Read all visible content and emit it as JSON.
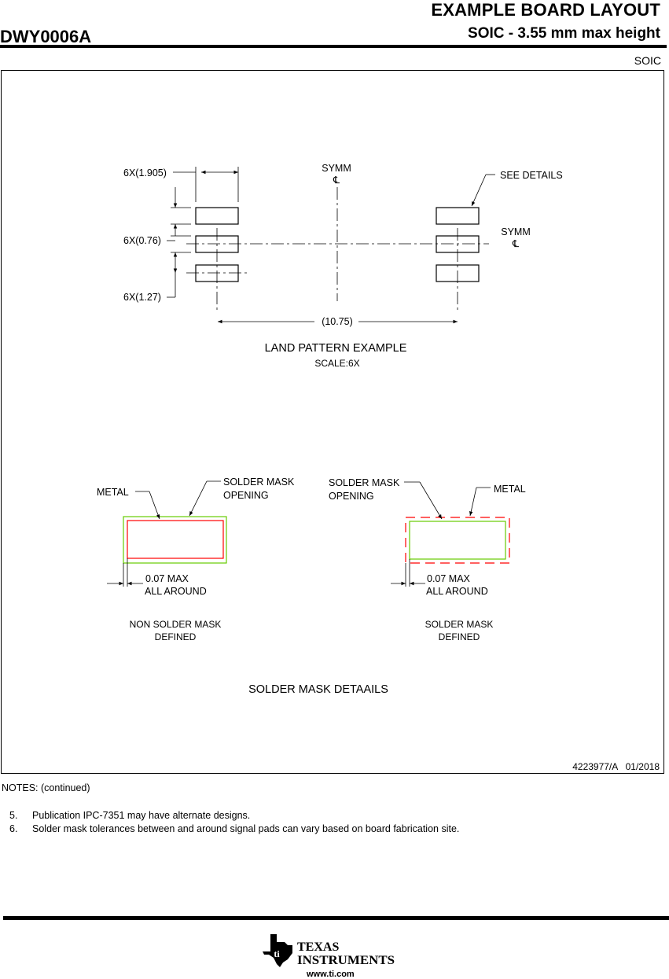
{
  "header": {
    "title": "EXAMPLE BOARD LAYOUT",
    "subtitle": "SOIC - 3.55 mm max height",
    "part_number": "DWY0006A",
    "package": "SOIC"
  },
  "land_pattern": {
    "dim_pad_length": "6X(1.905)",
    "dim_pad_width": "6X(0.76)",
    "dim_pitch": "6X(1.27)",
    "dim_span": "(10.75)",
    "symm_label": "SYMM",
    "centerline_symbol": "℄",
    "see_details": "SEE DETAILS",
    "caption": "LAND PATTERN EXAMPLE",
    "scale": "SCALE:6X"
  },
  "solder_mask": {
    "nsmd": {
      "metal": "METAL",
      "opening_line1": "SOLDER MASK",
      "opening_line2": "OPENING",
      "clearance_line1": "0.07 MAX",
      "clearance_line2": "ALL AROUND",
      "caption_line1": "NON SOLDER MASK",
      "caption_line2": "DEFINED"
    },
    "smd": {
      "metal": "METAL",
      "opening_line1": "SOLDER MASK",
      "opening_line2": "OPENING",
      "clearance_line1": "0.07 MAX",
      "clearance_line2": "ALL AROUND",
      "caption_line1": "SOLDER MASK",
      "caption_line2": "DEFINED"
    },
    "caption": "SOLDER MASK DETAAILS",
    "colors": {
      "metal": "#ff0000",
      "mask": "#66cc00"
    }
  },
  "drawing_id": "4223977/A   01/2018",
  "notes": {
    "heading": "NOTES: (continued)",
    "items": [
      {
        "num": "5.",
        "text": "Publication IPC-7351 may have alternate designs."
      },
      {
        "num": "6.",
        "text": "Solder mask tolerances between and around signal pads can vary based on board fabrication site."
      }
    ]
  },
  "footer": {
    "brand_line1": "TEXAS",
    "brand_line2": "INSTRUMENTS",
    "url": "www.ti.com"
  }
}
